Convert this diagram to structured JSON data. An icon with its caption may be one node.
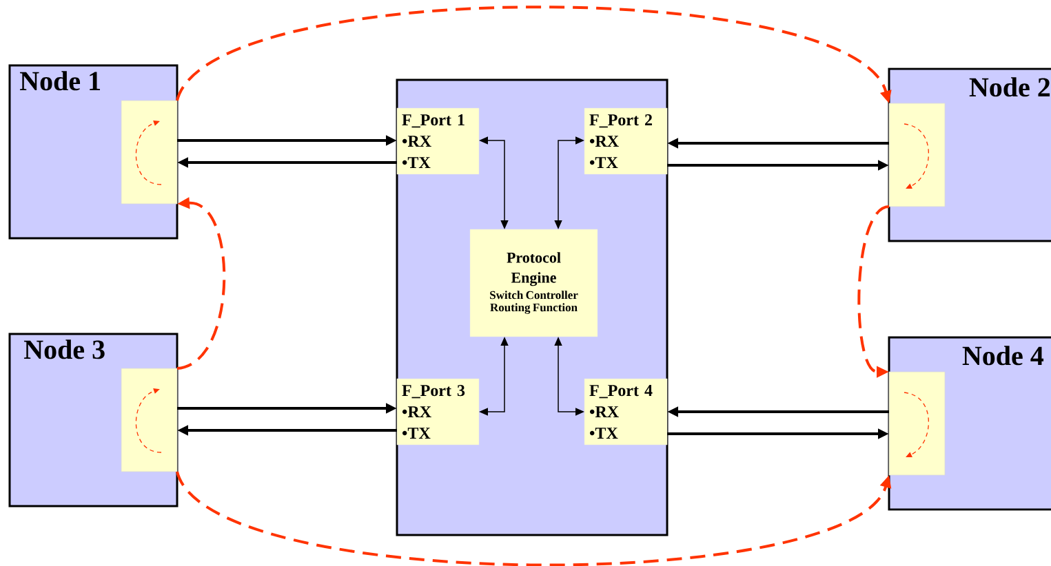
{
  "diagram": {
    "nodes": [
      {
        "text": [
          "Node 1"
        ]
      },
      {
        "text": [],
        "shape": "box",
        "in": 0
      },
      {
        "text": [
          "Node 2"
        ]
      },
      {
        "text": [],
        "shape": "box",
        "in": 2
      },
      {
        "text": [
          "Node 3"
        ]
      },
      {
        "text": [],
        "shape": "box",
        "in": 4
      },
      {
        "text": [
          "Node 4"
        ]
      },
      {
        "text": [],
        "shape": "box",
        "in": 6
      },
      {
        "text": [],
        "shape": "box"
      },
      {
        "text": [
          "F_Port 1",
          "•RX",
          "•TX"
        ],
        "in": 8
      },
      {
        "text": [
          "F_Port 2",
          "•RX",
          "•TX"
        ],
        "in": 8
      },
      {
        "text": [
          "F_Port 3",
          "•RX",
          "•TX"
        ],
        "in": 8
      },
      {
        "text": [
          "F_Port 4",
          "•RX",
          "•TX"
        ],
        "in": 8
      },
      {
        "text": [
          "Protocol Engine",
          "Switch Controller",
          "Routing Function"
        ],
        "in": 8
      }
    ],
    "edges": [
      {
        "from": 1,
        "to": 9,
        "arrow": "to"
      },
      {
        "from": 9,
        "to": 1,
        "arrow": "to"
      },
      {
        "from": 3,
        "to": 10,
        "arrow": "to"
      },
      {
        "from": 10,
        "to": 3,
        "arrow": "to"
      },
      {
        "from": 5,
        "to": 11,
        "arrow": "to"
      },
      {
        "from": 11,
        "to": 5,
        "arrow": "to"
      },
      {
        "from": 7,
        "to": 12,
        "arrow": "to"
      },
      {
        "from": 12,
        "to": 7,
        "arrow": "to"
      },
      {
        "from": 9,
        "to": 13,
        "arrow": "both"
      },
      {
        "from": 10,
        "to": 13,
        "arrow": "both"
      },
      {
        "from": 11,
        "to": 13,
        "arrow": "both"
      },
      {
        "from": 12,
        "to": 13,
        "arrow": "both"
      },
      {
        "from": 1,
        "to": 3,
        "arrow": "to",
        "style": "dashed",
        "color": "#ff3300"
      },
      {
        "from": 3,
        "to": 7,
        "arrow": "to",
        "style": "dashed",
        "color": "#ff3300"
      },
      {
        "from": 5,
        "to": 1,
        "arrow": "to",
        "style": "dashed",
        "color": "#ff3300"
      },
      {
        "from": 5,
        "to": 7,
        "arrow": "to",
        "style": "dashed",
        "color": "#ff3300"
      }
    ]
  }
}
